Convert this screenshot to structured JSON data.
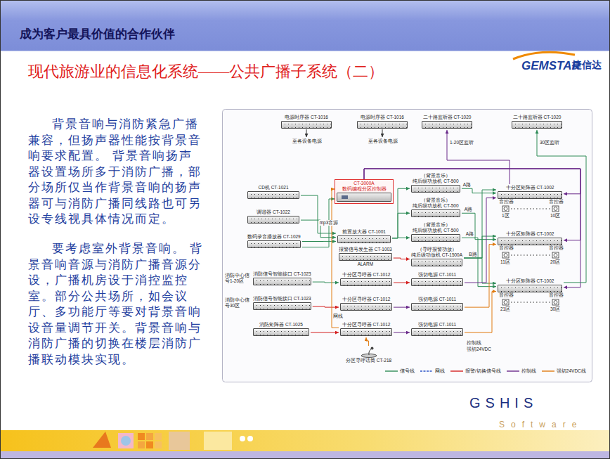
{
  "diagram": {
    "title": "现代旅游业的信息化系统——公共广播子系统（二）",
    "nodes": [
      {
        "text": [
          "电源时序器 CT-1016"
        ]
      },
      {
        "text": [
          "电源时序器 CT-1016"
        ]
      },
      {
        "text": [
          "二十路监听器 CT-1020"
        ]
      },
      {
        "text": [
          "二十路监听器 CT-1020"
        ]
      },
      {
        "text": [
          "CT-3000A",
          "数码编程分区控制器"
        ]
      },
      {
        "text": [
          "CD机 CT-1021"
        ]
      },
      {
        "text": [
          "调谐器 CT-1022"
        ]
      },
      {
        "text": [
          "数码录音播放器 CT-1029"
        ]
      },
      {
        "text": [
          "前置放大器 CT-1001"
        ]
      },
      {
        "text": [
          "（背景音乐）",
          "纯后级功放机 CT-500"
        ]
      },
      {
        "text": [
          "（背景音乐）",
          "纯后级功放机 CT-500"
        ]
      },
      {
        "text": [
          "（背景音乐）",
          "纯后级功放机 CT-500"
        ]
      },
      {
        "text": [
          "报警信号发生器 CT-1003",
          "ALARM"
        ]
      },
      {
        "text": [
          "（寻呼报警功放）",
          "纯后级功放机 CT-1500A"
        ]
      },
      {
        "text": [
          "十分区矩阵器 CT-1002"
        ]
      },
      {
        "text": [
          "十分区矩阵器 CT-1002"
        ]
      },
      {
        "text": [
          "十分区矩阵器 CT-1002"
        ]
      },
      {
        "text": [
          "消防信号智能接口 CT-1023"
        ]
      },
      {
        "text": [
          "消防信号智能接口 CT-1023"
        ]
      },
      {
        "text": [
          "消防矩阵器 CT-1025"
        ]
      },
      {
        "text": [
          "十分区寻呼器 CT-1012"
        ]
      },
      {
        "text": [
          "十分区寻呼器 CT-1012"
        ]
      },
      {
        "text": [
          "十分区寻呼器 CT-1012"
        ]
      },
      {
        "text": [
          "强切电源 CT-1011"
        ]
      },
      {
        "text": [
          "强切电源 CT-1011"
        ]
      },
      {
        "text": [
          "强切电源 CT-1011"
        ]
      },
      {
        "text": [
          "分区寻呼话筒 CT-218"
        ]
      }
    ],
    "edges": [
      {
        "from": 5,
        "to": 8,
        "arrow": "to"
      },
      {
        "from": 6,
        "to": 8,
        "arrow": "to"
      },
      {
        "from": 7,
        "to": 8,
        "arrow": "to"
      },
      {
        "from": 7,
        "to": 4,
        "arrow": "to",
        "label": "mp3音源"
      },
      {
        "from": 8,
        "to": 9,
        "arrow": "to"
      },
      {
        "from": 8,
        "to": 10,
        "arrow": "to"
      },
      {
        "from": 8,
        "to": 11,
        "arrow": "to"
      },
      {
        "from": 12,
        "to": 13,
        "arrow": "to"
      },
      {
        "from": 9,
        "to": 14,
        "arrow": "to",
        "label": "A路"
      },
      {
        "from": 10,
        "to": 15,
        "arrow": "to",
        "label": "A路"
      },
      {
        "from": 11,
        "to": 16,
        "arrow": "to",
        "label": "A路"
      },
      {
        "from": 13,
        "to": 14,
        "arrow": "to",
        "label": "B路"
      },
      {
        "from": 13,
        "to": 15,
        "arrow": "to"
      },
      {
        "from": 13,
        "to": 16,
        "arrow": "to"
      },
      {
        "from": 4,
        "to": 14,
        "arrow": "to"
      },
      {
        "from": 4,
        "to": 15,
        "arrow": "to"
      },
      {
        "from": 4,
        "to": 16,
        "arrow": "to"
      },
      {
        "from": 14,
        "to": 2,
        "arrow": "to"
      },
      {
        "from": 16,
        "to": 3,
        "arrow": "to"
      },
      {
        "from": 17,
        "to": 20,
        "arrow": "to"
      },
      {
        "from": 18,
        "to": 21,
        "arrow": "to"
      },
      {
        "from": 19,
        "to": 22,
        "arrow": "to"
      },
      {
        "from": 20,
        "to": 23,
        "arrow": "to"
      },
      {
        "from": 21,
        "to": 24,
        "arrow": "to"
      },
      {
        "from": 22,
        "to": 25,
        "arrow": "to"
      },
      {
        "from": 23,
        "to": 14,
        "arrow": "to"
      },
      {
        "from": 24,
        "to": 15,
        "arrow": "to"
      },
      {
        "from": 25,
        "to": 16,
        "arrow": "to"
      },
      {
        "from": 22,
        "to": 4,
        "arrow": "to"
      },
      {
        "from": 26,
        "to": 22,
        "arrow": "to"
      }
    ],
    "labels": [
      "成为客户最具价值的合作伙伴",
      "GEMSTAR",
      "捷信达",
      "背景音响与消防紧急广播兼容，但扬声器性能按背景音响要求配置。 背景音响扬声器设置场所多于消防广播，部分场所仅当作背景音响的扬声器可与消防广播同线路也可另设专线视具体情况而定。",
      "要考虑室外背景音响。 背景音响音源与消防广播音源分设，广播机房设于消控监控室。部分公共场所，如会议厅、多功能厅等要对背景音响设音量调节开关。背景音响与消防广播的切换在楼层消防广播联动模块实现。",
      "GSHIS",
      "Software",
      "至各设备电源",
      "至各设备电源",
      "1-20区监听",
      "30区监听",
      "消防中心信号1-20区",
      "消防中心信号30区",
      "网线",
      "控制线",
      "强切24VDC",
      "音控器",
      "音控器",
      "音控器",
      "音控器",
      "音控器",
      "音控器",
      "1区",
      "10区",
      "11区",
      "20区",
      "21区",
      "30区"
    ],
    "legend": [
      {
        "text": "信号线"
      },
      {
        "text": "网线"
      },
      {
        "text": "报警/切换信号线"
      },
      {
        "text": "控制线"
      },
      {
        "text": "强切24VDC线"
      }
    ]
  }
}
